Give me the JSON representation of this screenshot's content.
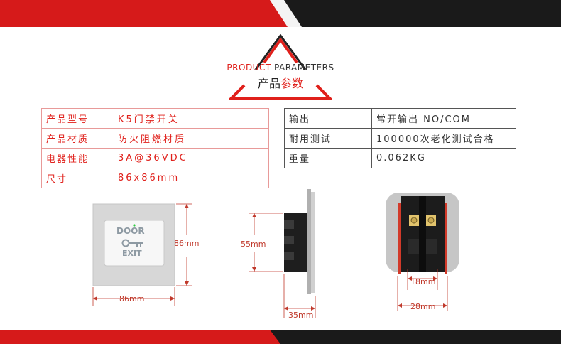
{
  "header": {
    "title_en_prefix": "PRODUCT",
    "title_en_suffix": "PARAMETERS",
    "title_zh_prefix": "产品",
    "title_zh_suffix": "参数"
  },
  "left_table": [
    {
      "label": "产品型号",
      "value": "K5门禁开关"
    },
    {
      "label": "产品材质",
      "value": "防火阻燃材质"
    },
    {
      "label": "电器性能",
      "value": "3A@36VDC"
    },
    {
      "label": "尺寸",
      "value": "86x86mm"
    }
  ],
  "right_table": [
    {
      "label": "输出",
      "value": "常开输出 NO/COM"
    },
    {
      "label": "耐用测试",
      "value": "100000次老化测试合格"
    },
    {
      "label": "重量",
      "value": "0.062KG"
    }
  ],
  "product": {
    "door_text": "DOOR",
    "exit_text": "EXIT"
  },
  "dimensions": {
    "front_width": "86mm",
    "front_height": "86mm",
    "side_height": "55mm",
    "side_depth": "35mm",
    "terminal_inner": "18mm",
    "terminal_outer": "28mm"
  },
  "colors": {
    "accent_red": "#e0201b",
    "band_dark": "#1a1a1a"
  }
}
